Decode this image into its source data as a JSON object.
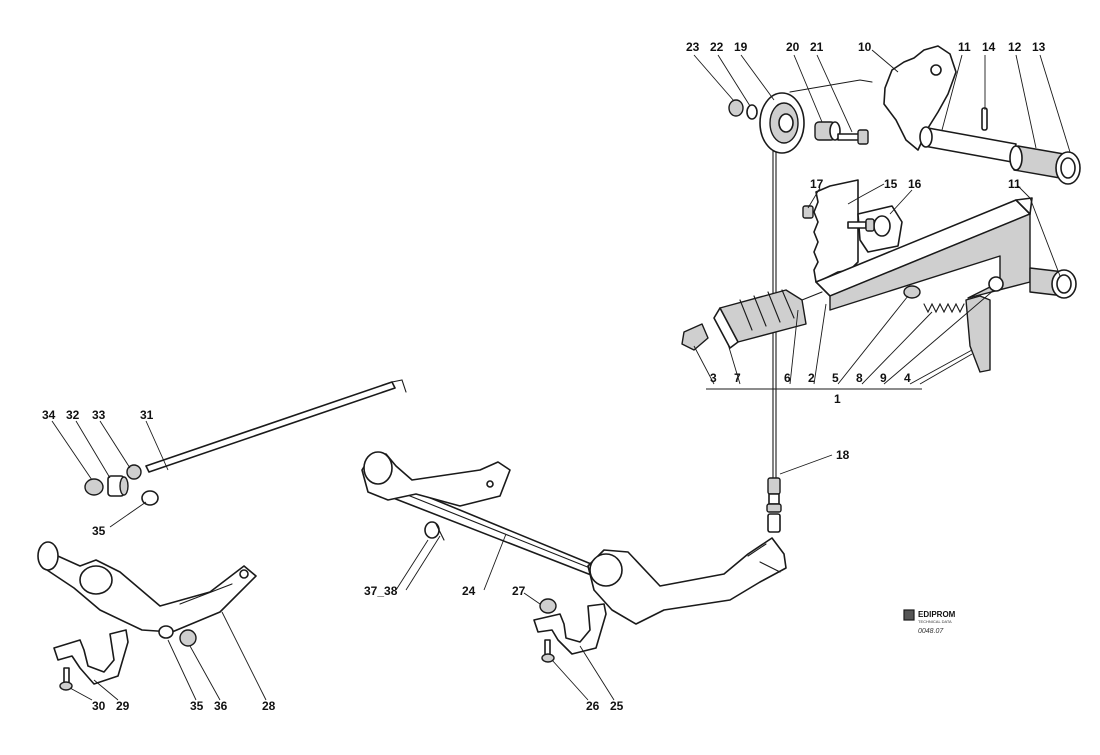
{
  "diagram": {
    "type": "exploded-parts-drawing",
    "logo": {
      "brand": "EDIPROM",
      "subtitle": "TECHNICAL DATA",
      "code": "0048.07"
    },
    "callouts": [
      {
        "id": "c23",
        "label": "23"
      },
      {
        "id": "c22",
        "label": "22"
      },
      {
        "id": "c19",
        "label": "19"
      },
      {
        "id": "c20",
        "label": "20"
      },
      {
        "id": "c21",
        "label": "21"
      },
      {
        "id": "c10",
        "label": "10"
      },
      {
        "id": "c11a",
        "label": "11"
      },
      {
        "id": "c14",
        "label": "14"
      },
      {
        "id": "c12",
        "label": "12"
      },
      {
        "id": "c13",
        "label": "13"
      },
      {
        "id": "c17",
        "label": "17"
      },
      {
        "id": "c15",
        "label": "15"
      },
      {
        "id": "c16",
        "label": "16"
      },
      {
        "id": "c11b",
        "label": "11"
      },
      {
        "id": "c3",
        "label": "3"
      },
      {
        "id": "c7",
        "label": "7"
      },
      {
        "id": "c6",
        "label": "6"
      },
      {
        "id": "c2",
        "label": "2"
      },
      {
        "id": "c5",
        "label": "5"
      },
      {
        "id": "c8",
        "label": "8"
      },
      {
        "id": "c9",
        "label": "9"
      },
      {
        "id": "c4",
        "label": "4"
      },
      {
        "id": "c1",
        "label": "1"
      },
      {
        "id": "c18",
        "label": "18"
      },
      {
        "id": "c34",
        "label": "34"
      },
      {
        "id": "c32",
        "label": "32"
      },
      {
        "id": "c33",
        "label": "33"
      },
      {
        "id": "c31",
        "label": "31"
      },
      {
        "id": "c35a",
        "label": "35"
      },
      {
        "id": "c37_38",
        "label": "37_38"
      },
      {
        "id": "c24",
        "label": "24"
      },
      {
        "id": "c27",
        "label": "27"
      },
      {
        "id": "c30",
        "label": "30"
      },
      {
        "id": "c29",
        "label": "29"
      },
      {
        "id": "c35b",
        "label": "35"
      },
      {
        "id": "c36",
        "label": "36"
      },
      {
        "id": "c28",
        "label": "28"
      },
      {
        "id": "c26",
        "label": "26"
      },
      {
        "id": "c25",
        "label": "25"
      }
    ]
  }
}
